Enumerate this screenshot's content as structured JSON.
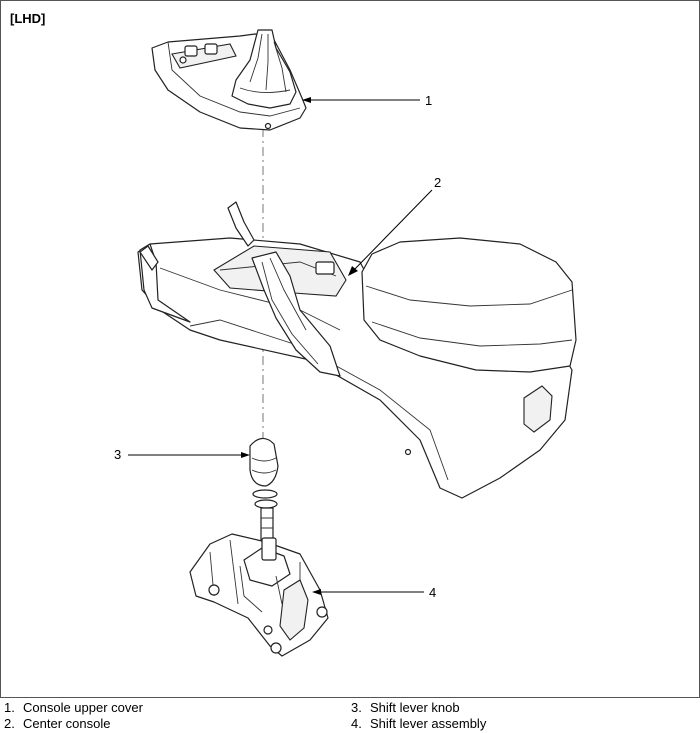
{
  "figure_tag": "[LHD]",
  "callouts": [
    "1",
    "2",
    "3",
    "4"
  ],
  "legend": [
    {
      "num": "1.",
      "label": "Console upper cover"
    },
    {
      "num": "2.",
      "label": "Center console"
    },
    {
      "num": "3.",
      "label": "Shift lever knob"
    },
    {
      "num": "4.",
      "label": "Shift lever assembly"
    }
  ]
}
